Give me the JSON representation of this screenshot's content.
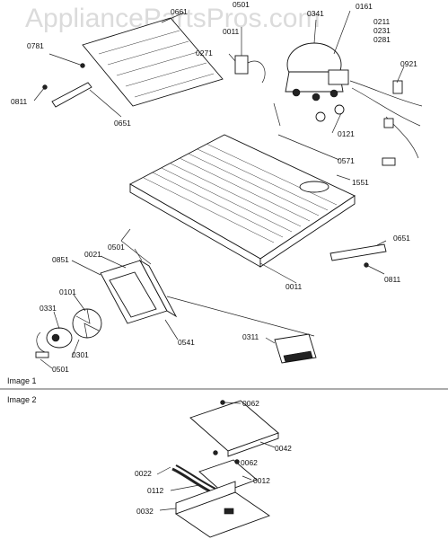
{
  "watermark": "AppliancePartsPros.com",
  "sections": {
    "image1": "Image 1",
    "image2": "Image 2"
  },
  "labels": {
    "p0661": "0661",
    "p0501_top": "0501",
    "p0011_top": "0011",
    "p0341": "0341",
    "p0161": "0161",
    "p0211": "0211",
    "p0231": "0231",
    "p0281": "0281",
    "p0781": "0781",
    "p0271": "0271",
    "p0921": "0921",
    "p0811_left": "0811",
    "p0651_left": "0651",
    "p0121": "0121",
    "p0571": "0571",
    "p1551": "1551",
    "p0651_right": "0651",
    "p0851": "0851",
    "p0021": "0021",
    "p0501_mid": "0501",
    "p0101": "0101",
    "p0011_mid": "0011",
    "p0811_right": "0811",
    "p0331": "0331",
    "p0541": "0541",
    "p0311": "0311",
    "p0301": "0301",
    "p0501_bot": "0501",
    "p0062_top": "0062",
    "p0042": "0042",
    "p0062_mid": "0062",
    "p0022": "0022",
    "p0012": "0012",
    "p0112": "0112",
    "p0032": "0032"
  }
}
